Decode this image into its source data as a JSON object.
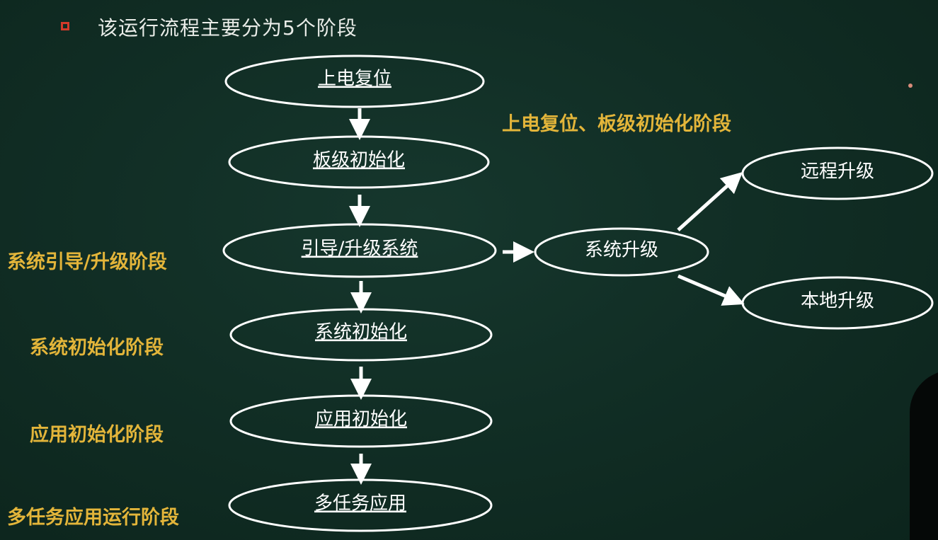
{
  "title": "该运行流程主要分为5个阶段",
  "nodes": {
    "power_reset": "上电复位",
    "board_init": "板级初始化",
    "boot_upgrade": "引导/升级系统",
    "system_init": "系统初始化",
    "app_init": "应用初始化",
    "multitask_app": "多任务应用",
    "system_upgrade": "系统升级",
    "remote_upgrade": "远程升级",
    "local_upgrade": "本地升级"
  },
  "stage_labels": {
    "power_board": "上电复位、板级初始化阶段",
    "boot_upgrade": "系统引导/升级阶段",
    "system_init": "系统初始化阶段",
    "app_init": "应用初始化阶段",
    "multitask": "多任务应用运行阶段"
  },
  "colors": {
    "background": "#112e25",
    "node_stroke": "#ffffff",
    "stage_label": "#e3b53a",
    "bullet": "#d23a2a"
  },
  "icons": {
    "bullet": "hollow-square-bullet"
  }
}
